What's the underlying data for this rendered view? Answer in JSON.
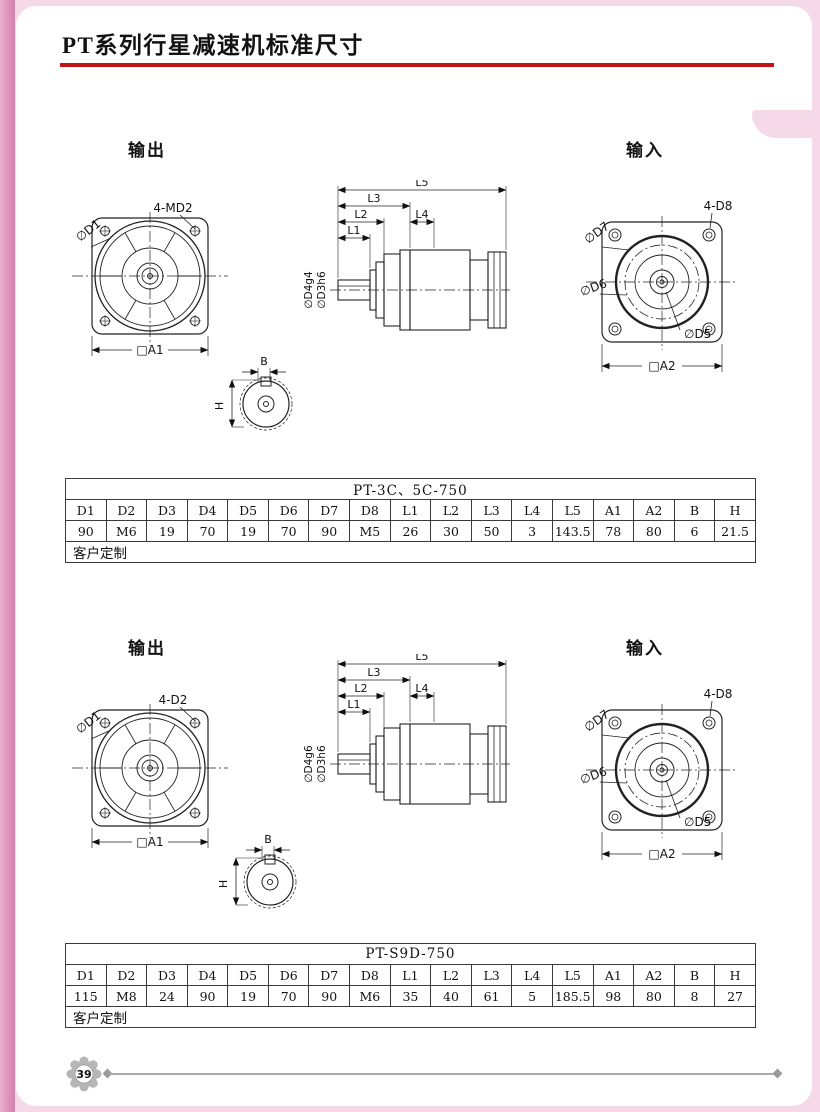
{
  "page": {
    "title": "PT系列行星减速机标准尺寸",
    "page_number": "39"
  },
  "sections": [
    {
      "output_label": "输出",
      "input_label": "输入",
      "front": {
        "bolt_label": "4-MD2",
        "d1": "∅D1",
        "a1": "□A1"
      },
      "side": {
        "l1": "L1",
        "l2": "L2",
        "l3": "L3",
        "l4": "L4",
        "l5": "L5",
        "d4": "∅D4g4",
        "d3": "∅D3h6"
      },
      "shaft_end": {
        "b": "B",
        "h": "H"
      },
      "rear": {
        "bolt_label": "4-D8",
        "d7": "∅D7",
        "d6": "∅D6",
        "d5": "∅D5",
        "a2": "□A2"
      },
      "table": {
        "title": "PT-3C、5C-750",
        "headers": [
          "D1",
          "D2",
          "D3",
          "D4",
          "D5",
          "D6",
          "D7",
          "D8",
          "L1",
          "L2",
          "L3",
          "L4",
          "L5",
          "A1",
          "A2",
          "B",
          "H"
        ],
        "values": [
          "90",
          "M6",
          "19",
          "70",
          "19",
          "70",
          "90",
          "M5",
          "26",
          "30",
          "50",
          "3",
          "143.5",
          "78",
          "80",
          "6",
          "21.5"
        ],
        "footer": "客户定制"
      }
    },
    {
      "output_label": "输出",
      "input_label": "输入",
      "front": {
        "bolt_label": "4-D2",
        "d1": "∅D1",
        "a1": "□A1"
      },
      "side": {
        "l1": "L1",
        "l2": "L2",
        "l3": "L3",
        "l4": "L4",
        "l5": "L5",
        "d4": "∅D4g6",
        "d3": "∅D3h6"
      },
      "shaft_end": {
        "b": "B",
        "h": "H"
      },
      "rear": {
        "bolt_label": "4-D8",
        "d7": "∅D7",
        "d6": "∅D6",
        "d5": "∅D5",
        "a2": "□A2"
      },
      "table": {
        "title": "PT-S9D-750",
        "headers": [
          "D1",
          "D2",
          "D3",
          "D4",
          "D5",
          "D6",
          "D7",
          "D8",
          "L1",
          "L2",
          "L3",
          "L4",
          "L5",
          "A1",
          "A2",
          "B",
          "H"
        ],
        "values": [
          "115",
          "M8",
          "24",
          "90",
          "19",
          "70",
          "90",
          "M6",
          "35",
          "40",
          "61",
          "5",
          "185.5",
          "98",
          "80",
          "8",
          "27"
        ],
        "footer": "客户定制"
      }
    }
  ]
}
